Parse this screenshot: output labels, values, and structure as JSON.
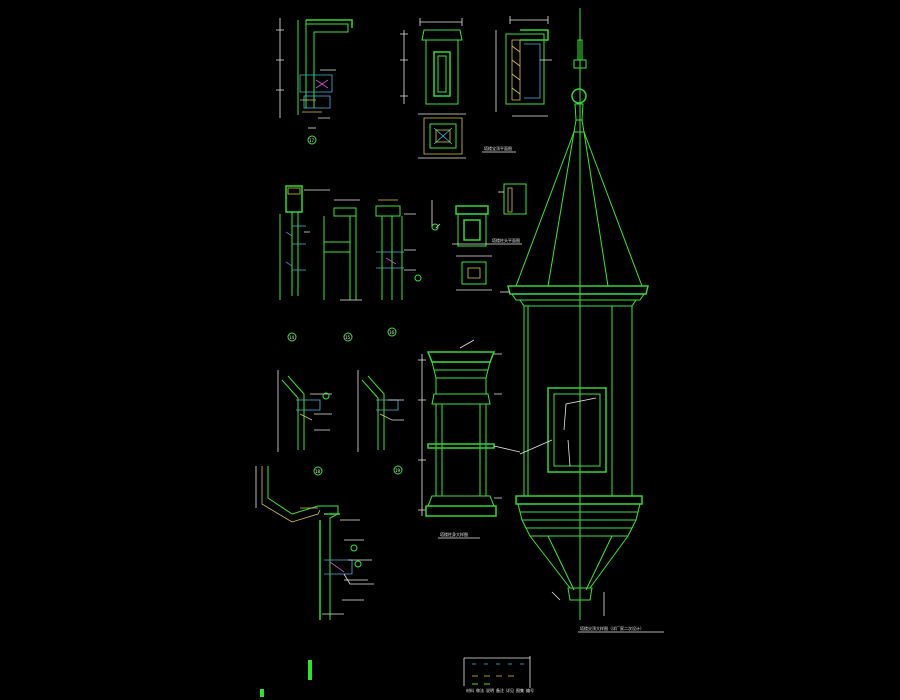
{
  "drawing": {
    "detail_numbers": [
      "17",
      "14",
      "15",
      "16",
      "18",
      "19"
    ],
    "captions": {
      "finial_plan": "塔楼宝顶平面图",
      "spire_elevation": "塔楼尖顶大样图（详厂家二次设计）",
      "small_plan": "塔楼柱头平面图",
      "column_elevation": "塔楼柱身大样图"
    },
    "legend_rows": [
      "材料",
      "做法",
      "说明",
      "备注",
      "详见",
      "图集",
      "编号"
    ],
    "colors": {
      "background": "#000000",
      "primary_line": "#37e637",
      "white_line": "#e8e8e8",
      "yellow_line": "#d8c83a",
      "cyan_line": "#3fb8e8",
      "blue_line": "#4a7cf0",
      "magenta_line": "#d04ad8"
    }
  }
}
